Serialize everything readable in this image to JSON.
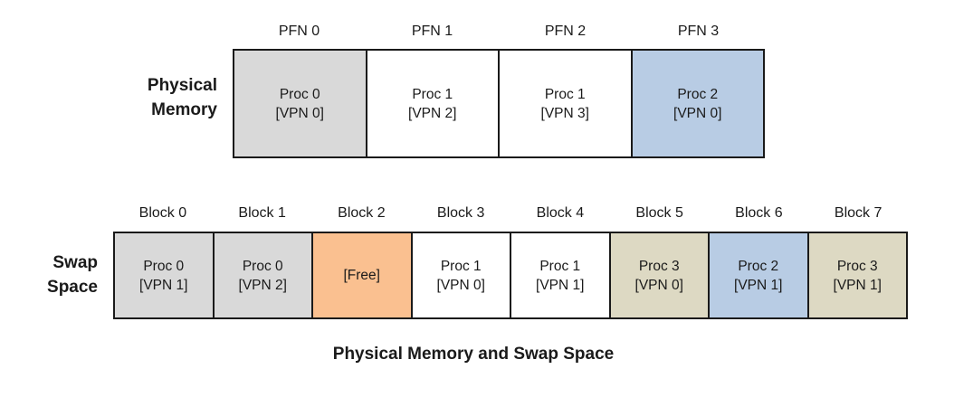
{
  "physical_memory": {
    "label_line1": "Physical",
    "label_line2": "Memory",
    "frames": [
      {
        "name": "PFN 0",
        "proc": "Proc 0",
        "vpn": "[VPN 0]",
        "color": "#d9d9d9"
      },
      {
        "name": "PFN 1",
        "proc": "Proc 1",
        "vpn": "[VPN 2]",
        "color": "#ffffff"
      },
      {
        "name": "PFN 2",
        "proc": "Proc 1",
        "vpn": "[VPN 3]",
        "color": "#ffffff"
      },
      {
        "name": "PFN 3",
        "proc": "Proc 2",
        "vpn": "[VPN 0]",
        "color": "#b8cce4"
      }
    ]
  },
  "swap_space": {
    "label_line1": "Swap",
    "label_line2": "Space",
    "blocks": [
      {
        "name": "Block 0",
        "proc": "Proc 0",
        "vpn": "[VPN 1]",
        "color": "#d9d9d9"
      },
      {
        "name": "Block 1",
        "proc": "Proc 0",
        "vpn": "[VPN 2]",
        "color": "#d9d9d9"
      },
      {
        "name": "Block 2",
        "proc": "[Free]",
        "vpn": "",
        "color": "#fac090"
      },
      {
        "name": "Block 3",
        "proc": "Proc 1",
        "vpn": "[VPN 0]",
        "color": "#ffffff"
      },
      {
        "name": "Block 4",
        "proc": "Proc 1",
        "vpn": "[VPN 1]",
        "color": "#ffffff"
      },
      {
        "name": "Block 5",
        "proc": "Proc 3",
        "vpn": "[VPN 0]",
        "color": "#ddd9c3"
      },
      {
        "name": "Block 6",
        "proc": "Proc 2",
        "vpn": "[VPN 1]",
        "color": "#b8cce4"
      },
      {
        "name": "Block 7",
        "proc": "Proc 3",
        "vpn": "[VPN 1]",
        "color": "#ddd9c3"
      }
    ]
  },
  "caption": "Physical Memory and Swap Space",
  "colors": {
    "border": "#1a1a1a",
    "gray_cell": "#d9d9d9",
    "blue_cell": "#b8cce4",
    "orange_cell": "#fac090",
    "tan_cell": "#ddd9c3",
    "background": "#ffffff"
  }
}
